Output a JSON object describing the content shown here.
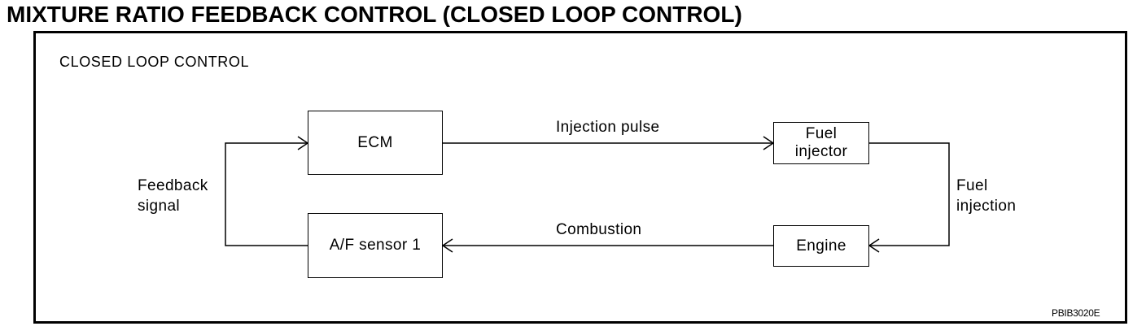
{
  "title": "MIXTURE RATIO FEEDBACK CONTROL (CLOSED LOOP CONTROL)",
  "section_label": "CLOSED LOOP CONTROL",
  "blocks": {
    "ecm": "ECM",
    "fuel_injector_line1": "Fuel",
    "fuel_injector_line2": "injector",
    "engine": "Engine",
    "af_sensor": "A/F sensor 1"
  },
  "edges": {
    "injection_pulse": "Injection pulse",
    "fuel_injection_line1": "Fuel",
    "fuel_injection_line2": "injection",
    "combustion": "Combustion",
    "feedback_line1": "Feedback",
    "feedback_line2": "signal"
  },
  "reference_code": "PBIB3020E"
}
